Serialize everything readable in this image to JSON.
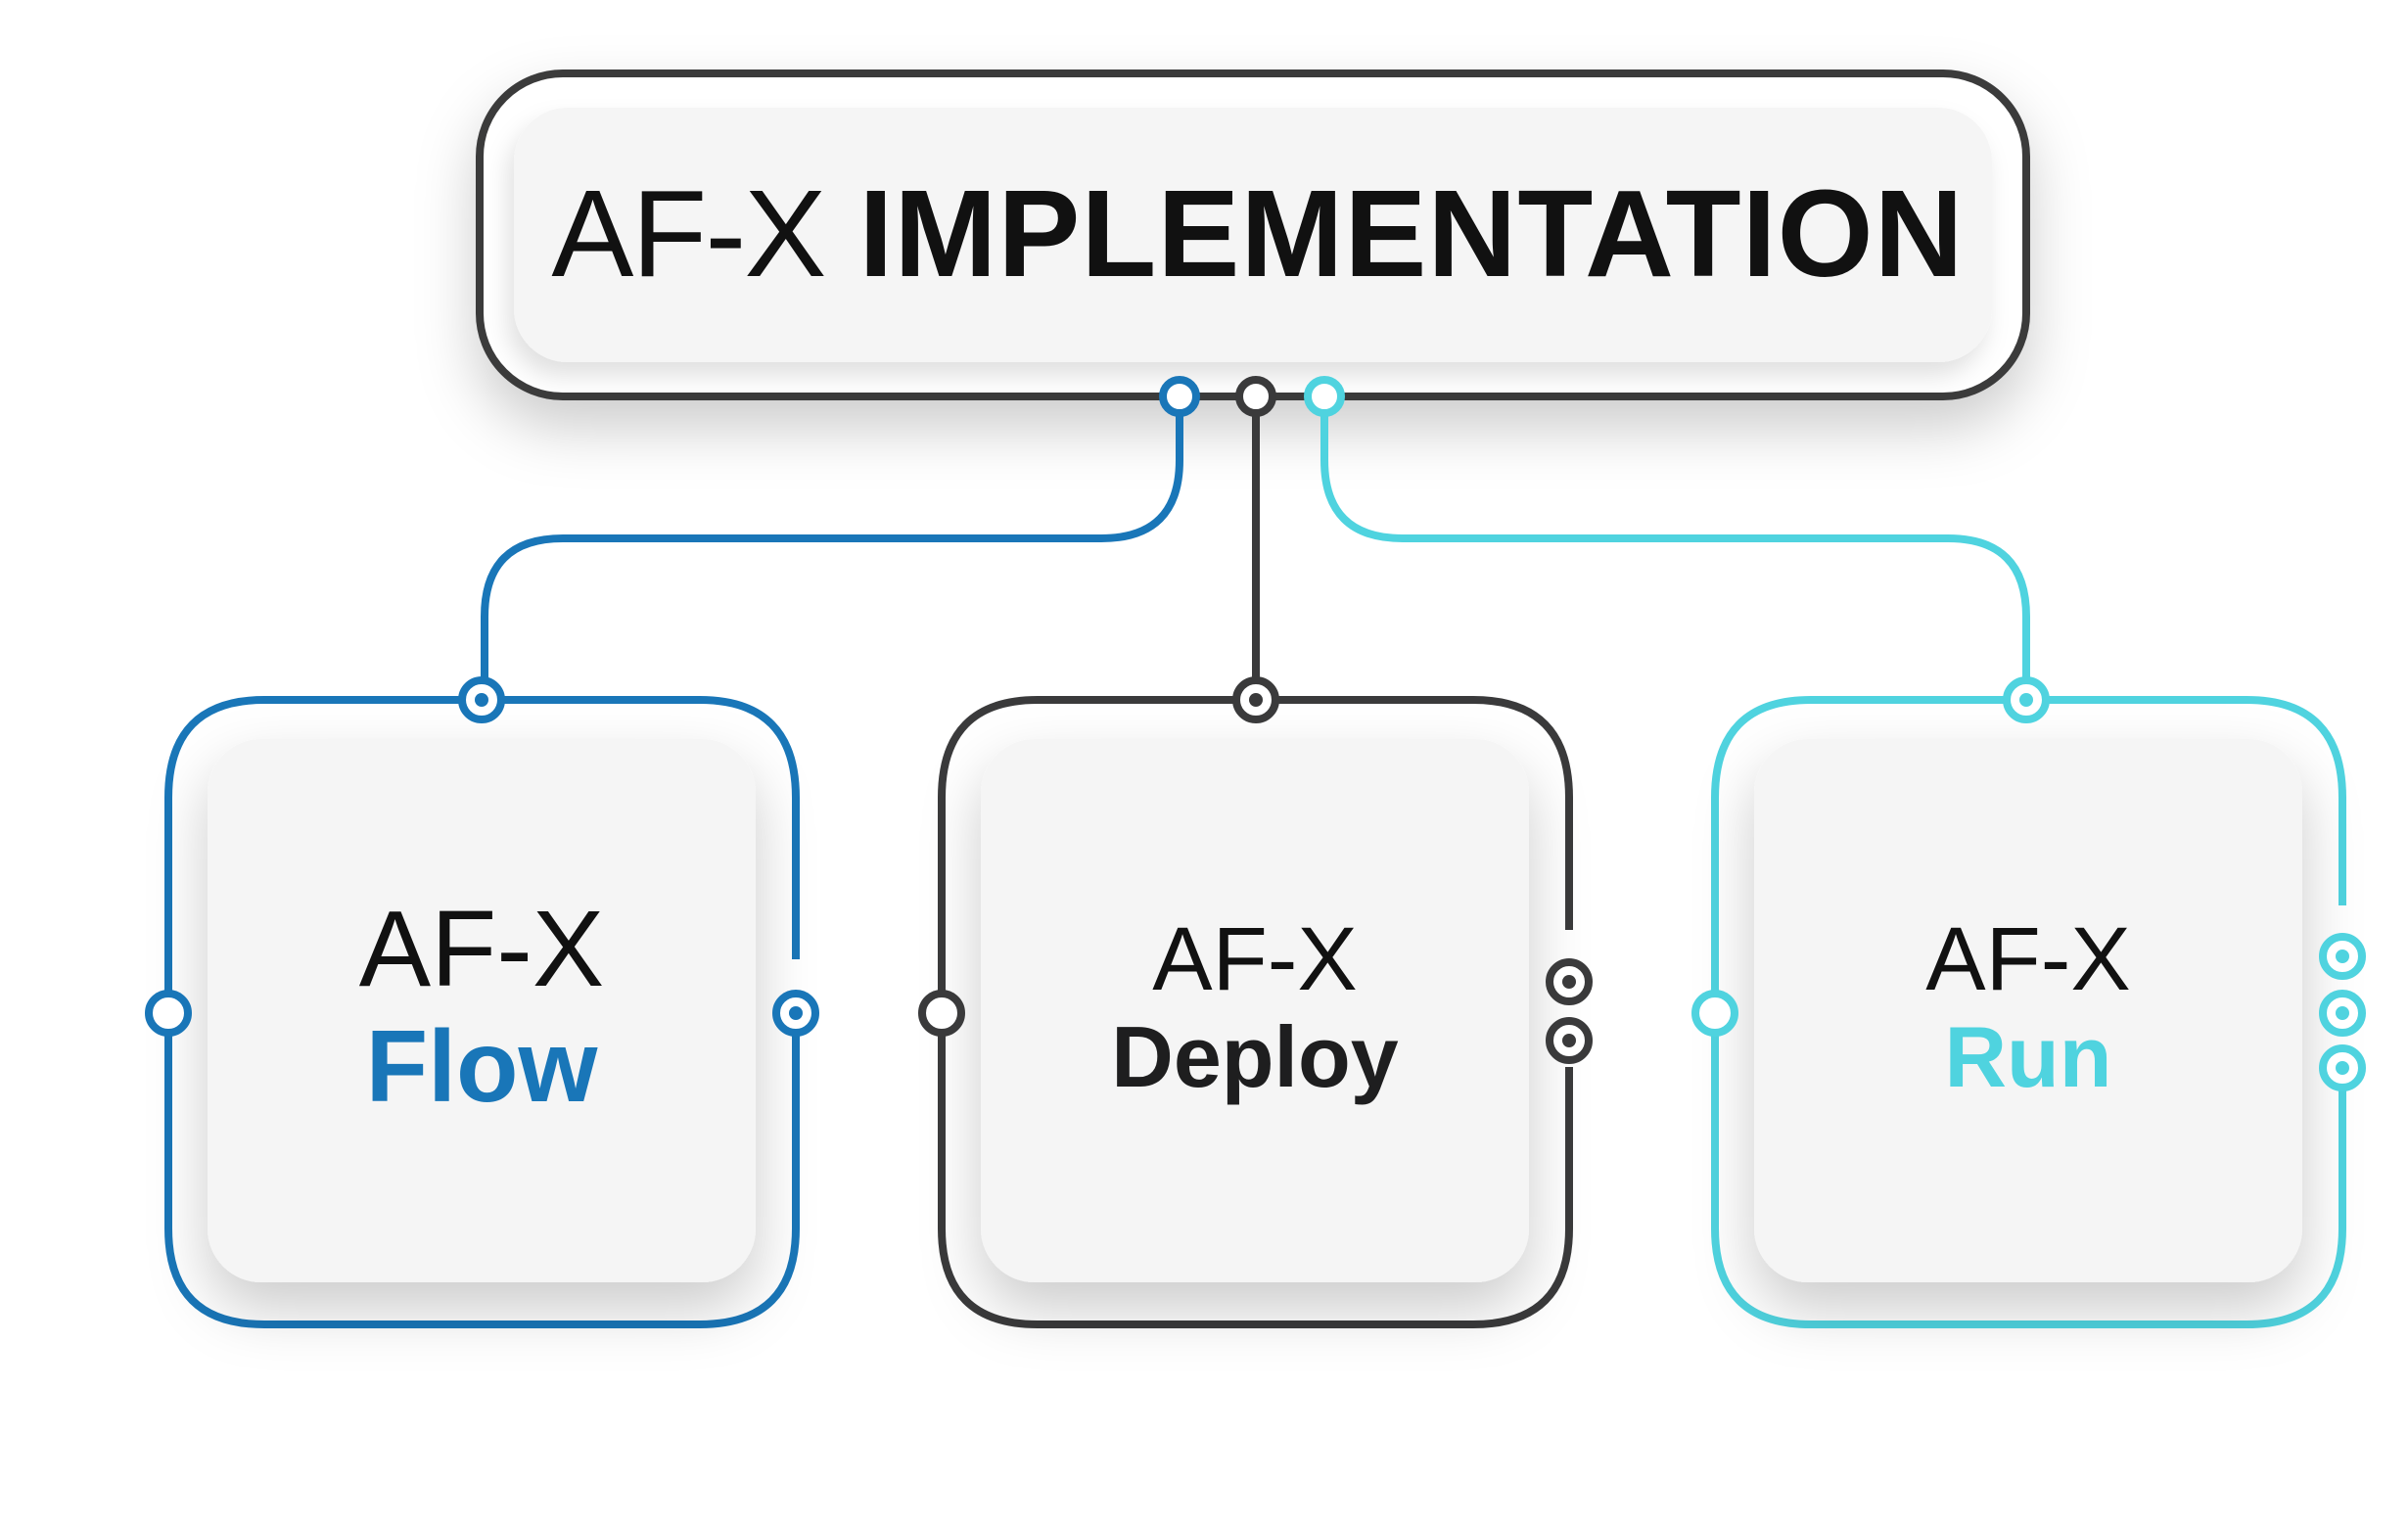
{
  "title": {
    "prefix": "AF-X",
    "main": "IMPLEMENTATION"
  },
  "colors": {
    "dark": "#3a3a3b",
    "flow": "#1976b8",
    "run": "#4fd3df",
    "card": "#f5f5f5",
    "text": "#111111"
  },
  "boxes": [
    {
      "id": "flow",
      "top": "AF-X",
      "name": "Flow",
      "color": "#1976b8"
    },
    {
      "id": "deploy",
      "top": "AF-X",
      "name": "Deploy",
      "color": "#1e1e1f"
    },
    {
      "id": "run",
      "top": "AF-X",
      "name": "Run",
      "color": "#4fd3df"
    }
  ]
}
